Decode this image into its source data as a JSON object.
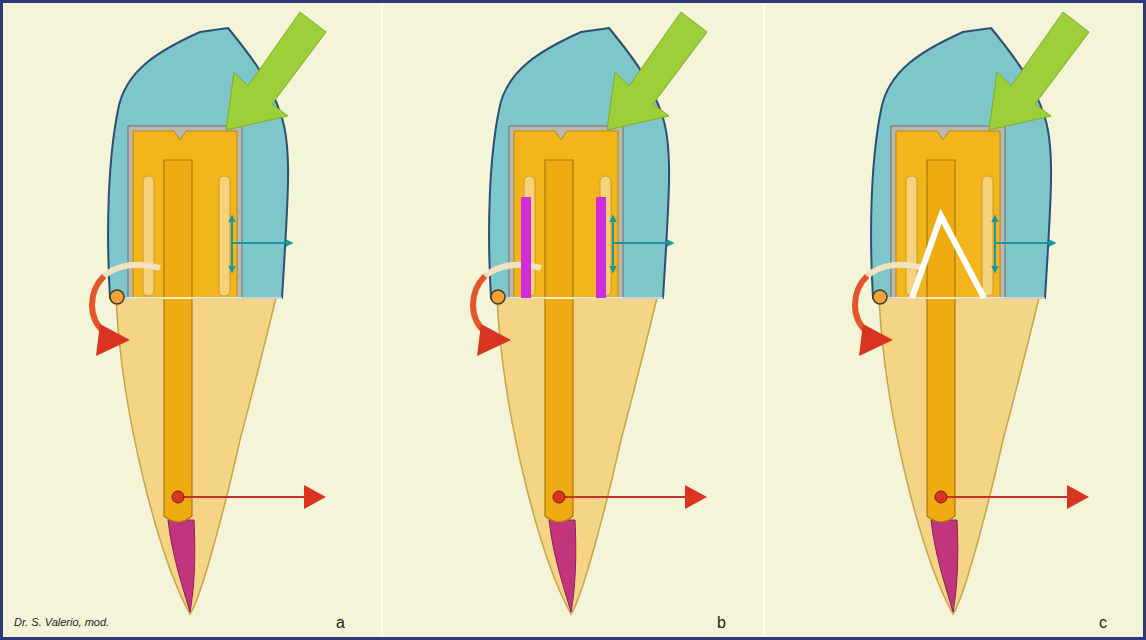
{
  "diagram": {
    "labels": [
      "Dr. S. Valerio, mod.",
      "a",
      "b",
      "c"
    ]
  }
}
